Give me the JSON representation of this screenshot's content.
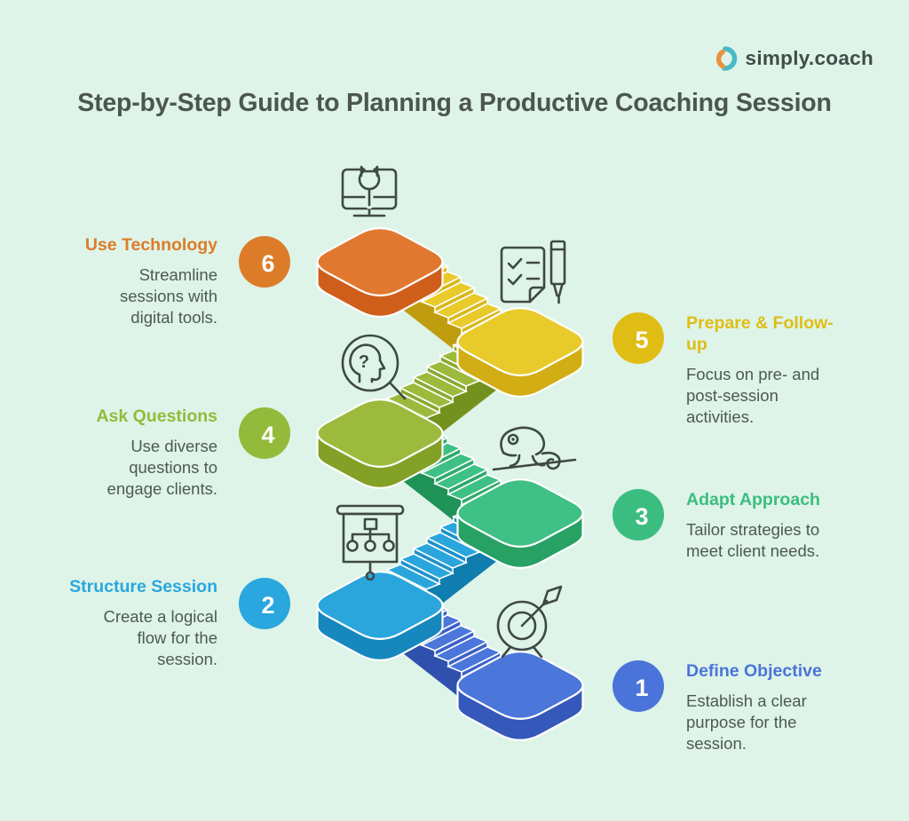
{
  "page": {
    "background_color": "#def4e8",
    "title_color": "#4c5651",
    "body_text_color": "#4d5953"
  },
  "logo": {
    "text": "simply.coach",
    "icon": "simply-coach-mark-icon",
    "orange": "#e8923c",
    "teal": "#49b9c7"
  },
  "title": "Step-by-Step Guide to Planning a Productive Coaching Session",
  "steps": [
    {
      "number": "1",
      "title": "Define Objective",
      "description": "Establish a clear purpose for the session.",
      "color": "#4a74d9",
      "side": "right",
      "icon": "target-dart-icon"
    },
    {
      "number": "2",
      "title": "Structure Session",
      "description": "Create a logical flow for the session.",
      "color": "#29a7de",
      "side": "left",
      "icon": "presentation-board-icon"
    },
    {
      "number": "3",
      "title": "Adapt Approach",
      "description": "Tailor strategies to meet client needs.",
      "color": "#3cbd80",
      "side": "right",
      "icon": "chameleon-icon"
    },
    {
      "number": "4",
      "title": "Ask Questions",
      "description": "Use diverse questions to engage clients.",
      "color": "#93ba3a",
      "side": "left",
      "icon": "head-question-magnifier-icon"
    },
    {
      "number": "5",
      "title": "Prepare & Follow-up",
      "description": "Focus on pre- and post-session activities.",
      "color": "#e0bd15",
      "side": "right",
      "icon": "checklist-pen-icon"
    },
    {
      "number": "6",
      "title": "Use Technology",
      "description": "Streamline sessions with digital tools.",
      "color": "#dd7c28",
      "side": "left",
      "icon": "monitor-wrench-icon"
    }
  ]
}
